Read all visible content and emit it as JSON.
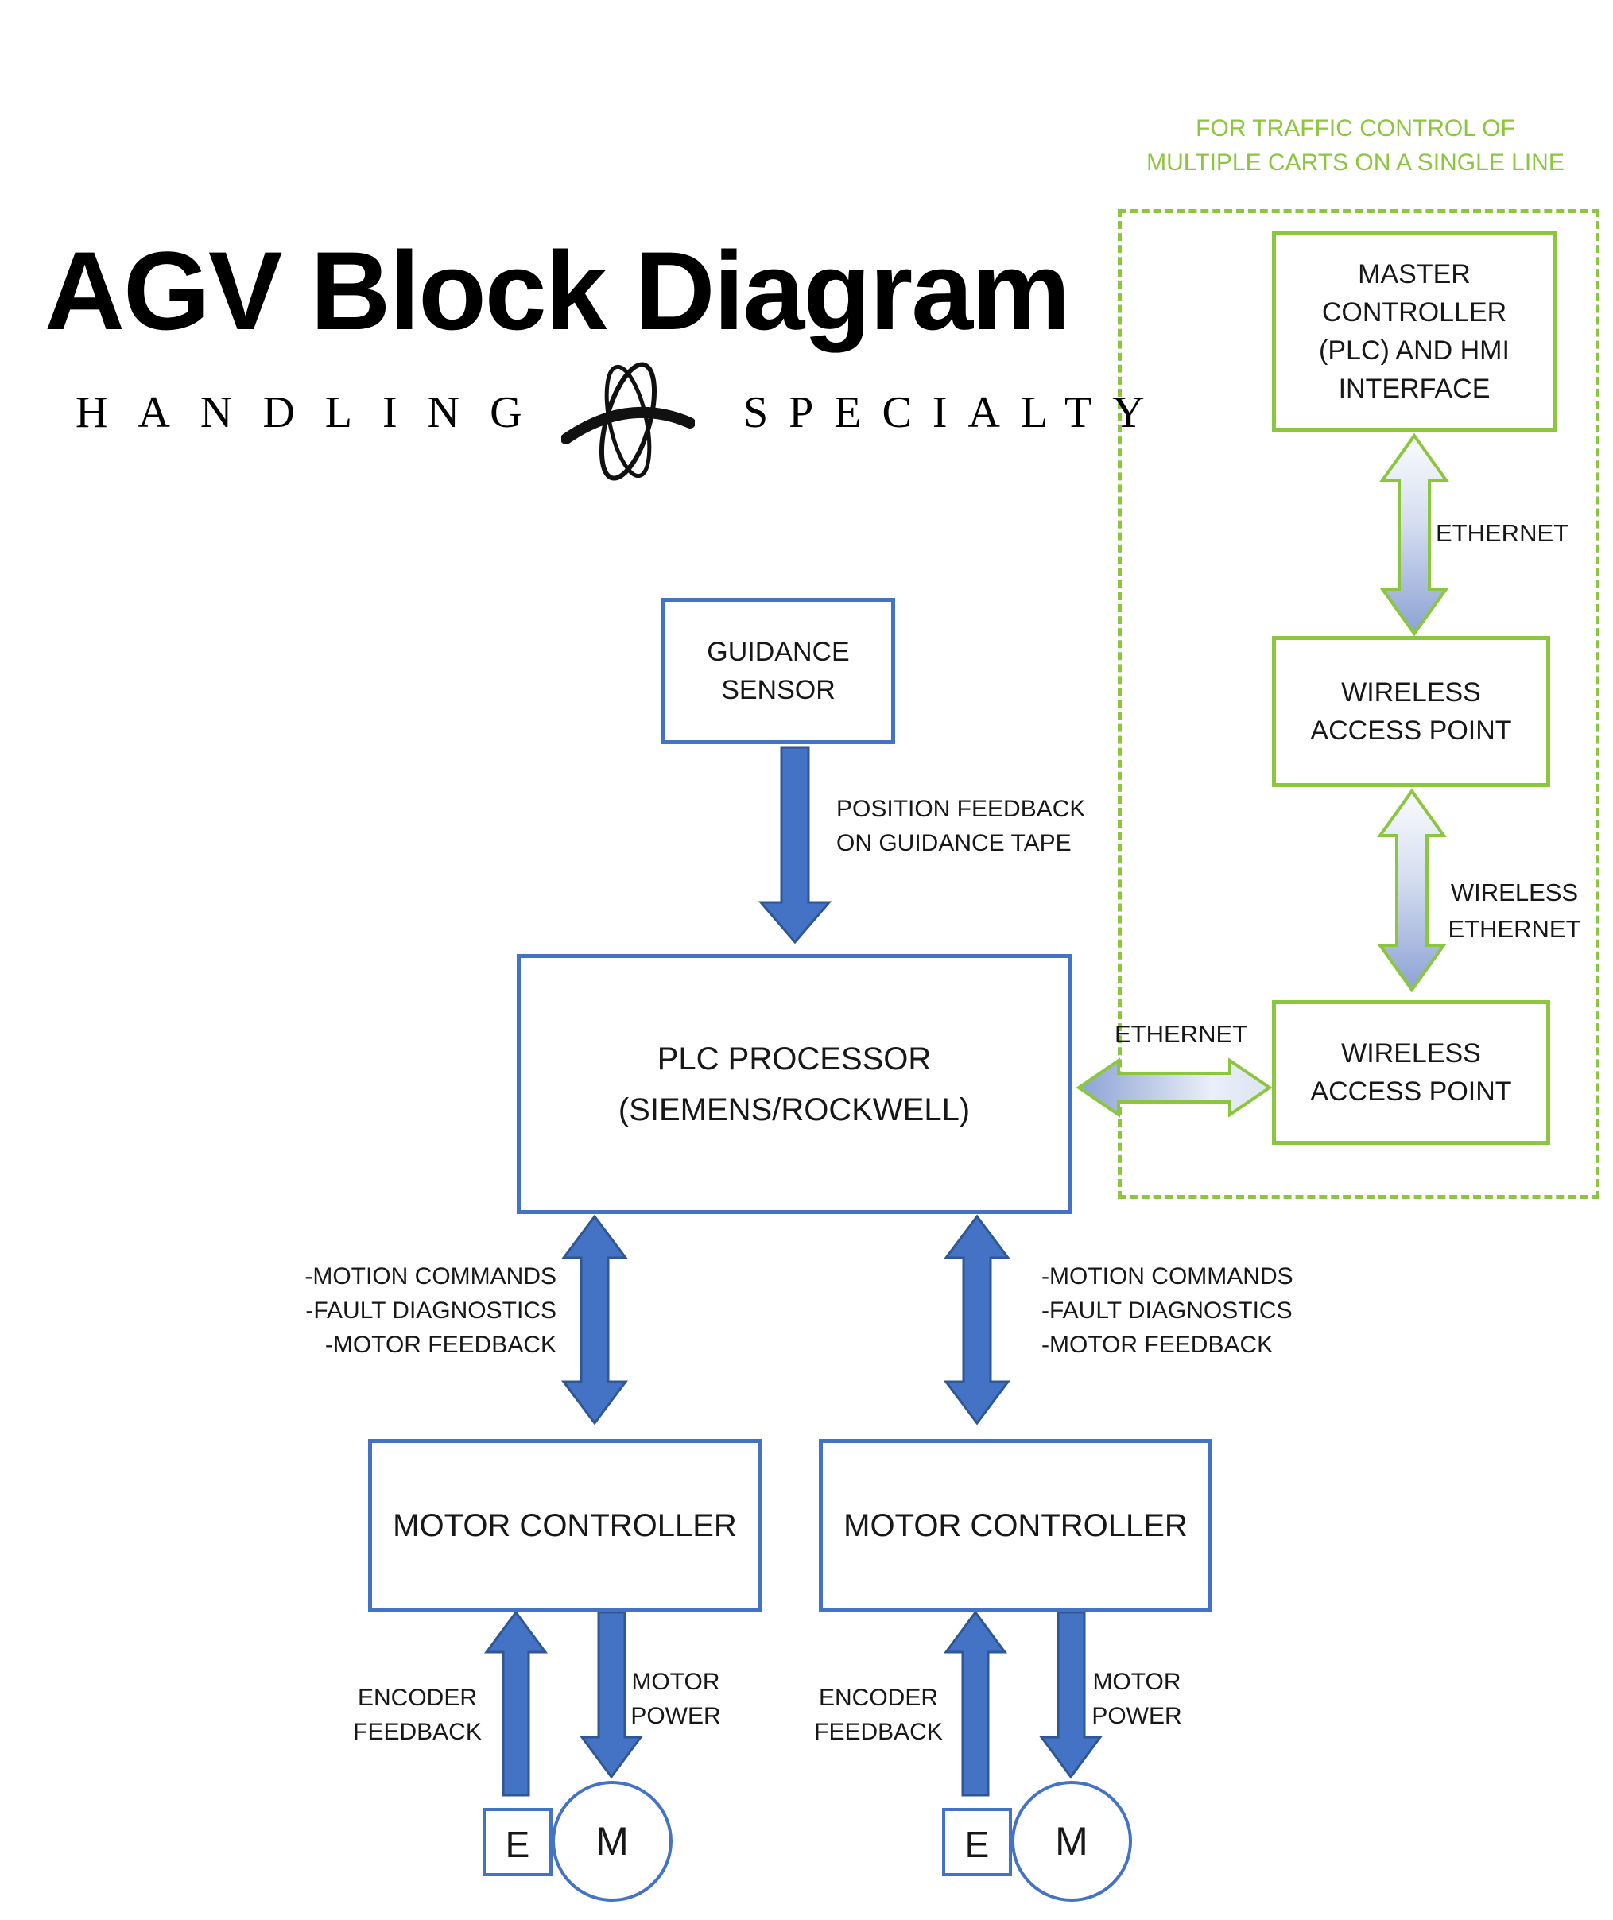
{
  "title": "AGV Block Diagram",
  "logo": {
    "word_left": "HANDLING",
    "word_right": "SPECIALTY"
  },
  "annotation": {
    "line1": "FOR TRAFFIC CONTROL OF",
    "line2": "MULTIPLE CARTS ON A SINGLE LINE"
  },
  "colors": {
    "green": "#8CC63E",
    "blue": "#4472C4",
    "blue_dark": "#2E5793"
  },
  "nodes": {
    "master": {
      "lines": [
        "MASTER",
        "CONTROLLER",
        "(PLC) AND HMI",
        "INTERFACE"
      ]
    },
    "wap1": {
      "lines": [
        "WIRELESS",
        "ACCESS POINT"
      ]
    },
    "wap2": {
      "lines": [
        "WIRELESS",
        "ACCESS POINT"
      ]
    },
    "guidance": {
      "lines": [
        "GUIDANCE",
        "SENSOR"
      ]
    },
    "plc": {
      "lines": [
        "PLC PROCESSOR",
        "(SIEMENS/ROCKWELL)"
      ]
    },
    "motor_controller_left": {
      "label": "MOTOR CONTROLLER"
    },
    "motor_controller_right": {
      "label": "MOTOR CONTROLLER"
    },
    "encoder_left": "E",
    "motor_left": "M",
    "encoder_right": "E",
    "motor_right": "M"
  },
  "edge_labels": {
    "ethernet_top": "ETHERNET",
    "wireless_ethernet": {
      "line1": "WIRELESS",
      "line2": "ETHERNET"
    },
    "ethernet_plc": "ETHERNET",
    "position_feedback": {
      "line1": "POSITION FEEDBACK",
      "line2": "ON GUIDANCE TAPE"
    },
    "bus_left": {
      "lines": [
        "-MOTION COMMANDS",
        "-FAULT DIAGNOSTICS",
        "-MOTOR FEEDBACK"
      ]
    },
    "bus_right": {
      "lines": [
        "-MOTION COMMANDS",
        "-FAULT DIAGNOSTICS",
        "-MOTOR FEEDBACK"
      ]
    },
    "encoder_feedback_left": {
      "line1": "ENCODER",
      "line2": "FEEDBACK"
    },
    "motor_power_left": {
      "line1": "MOTOR",
      "line2": "POWER"
    },
    "encoder_feedback_right": {
      "line1": "ENCODER",
      "line2": "FEEDBACK"
    },
    "motor_power_right": {
      "line1": "MOTOR",
      "line2": "POWER"
    }
  }
}
